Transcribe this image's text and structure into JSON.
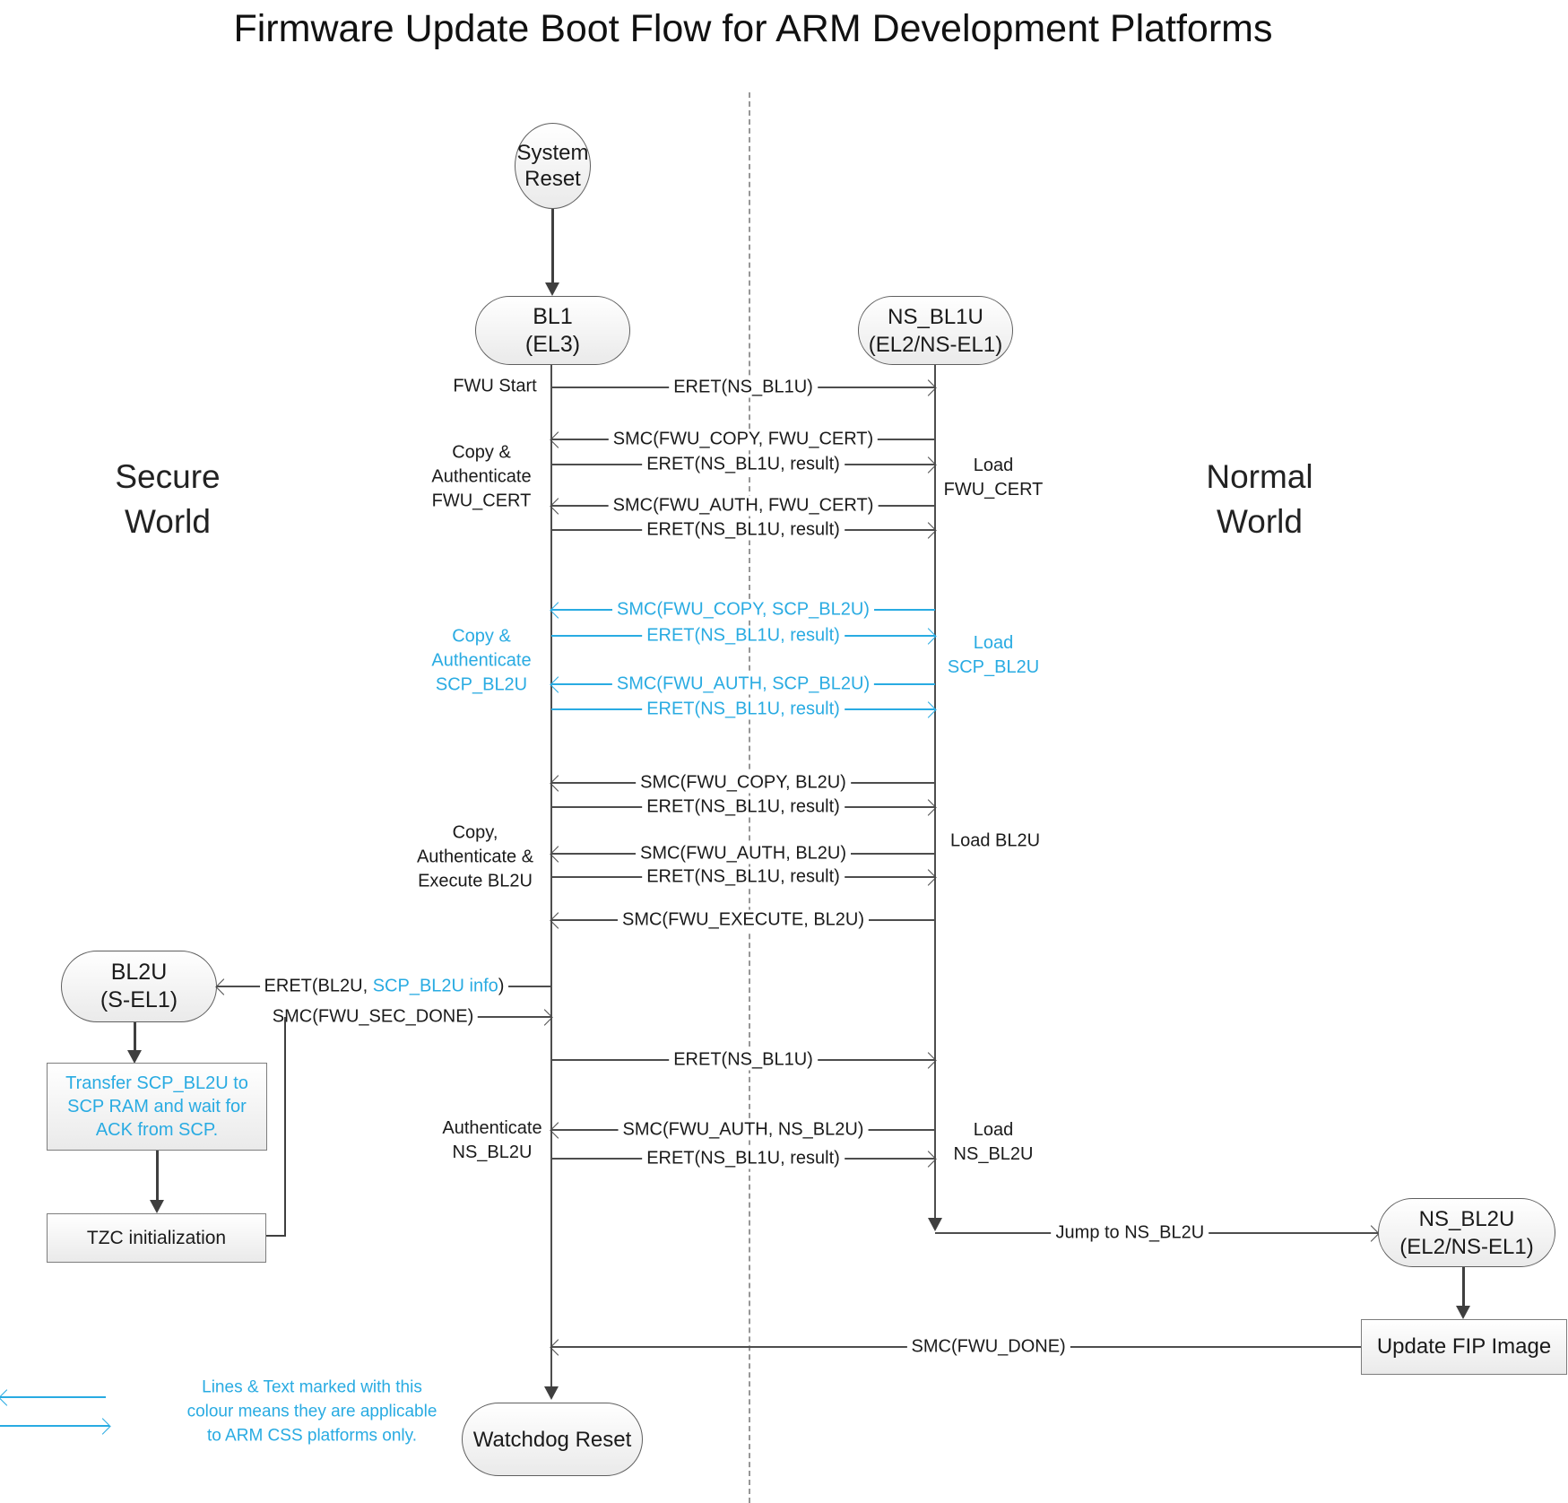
{
  "title": "Firmware Update Boot Flow for ARM Development Platforms",
  "worlds": {
    "secure": "Secure\nWorld",
    "normal": "Normal\nWorld"
  },
  "nodes": {
    "system_reset": "System\nReset",
    "bl1": "BL1\n(EL3)",
    "ns_bl1u": "NS_BL1U\n(EL2/NS-EL1)",
    "bl2u": "BL2U\n(S-EL1)",
    "ns_bl2u": "NS_BL2U\n(EL2/NS-EL1)",
    "transfer_scp": "Transfer SCP_BL2U to\nSCP RAM and wait for\nACK from SCP.",
    "tzc": "TZC initialization",
    "update_fip": "Update FIP Image",
    "watchdog": "Watchdog Reset"
  },
  "side_labels": {
    "fwu_start": "FWU Start",
    "copy_auth_fwu_cert": "Copy &\nAuthenticate\nFWU_CERT",
    "copy_auth_scp_bl2u": "Copy &\nAuthenticate\nSCP_BL2U",
    "copy_auth_exec_bl2u": "Copy,\nAuthenticate &\nExecute BL2U",
    "auth_ns_bl2u": "Authenticate\nNS_BL2U",
    "load_fwu_cert": "Load\nFWU_CERT",
    "load_scp_bl2u": "Load\nSCP_BL2U",
    "load_bl2u": "Load BL2U",
    "load_ns_bl2u": "Load\nNS_BL2U"
  },
  "messages": {
    "eret_ns_bl1u_1": "ERET(NS_BL1U)",
    "smc_copy_fwu_cert": "SMC(FWU_COPY, FWU_CERT)",
    "eret_result_1": "ERET(NS_BL1U, result)",
    "smc_auth_fwu_cert": "SMC(FWU_AUTH, FWU_CERT)",
    "eret_result_2": "ERET(NS_BL1U, result)",
    "smc_copy_scp_bl2u": "SMC(FWU_COPY, SCP_BL2U)",
    "eret_result_3": "ERET(NS_BL1U, result)",
    "smc_auth_scp_bl2u": "SMC(FWU_AUTH, SCP_BL2U)",
    "eret_result_4": "ERET(NS_BL1U, result)",
    "smc_copy_bl2u": "SMC(FWU_COPY, BL2U)",
    "eret_result_5": "ERET(NS_BL1U, result)",
    "smc_auth_bl2u": "SMC(FWU_AUTH, BL2U)",
    "eret_result_6": "ERET(NS_BL1U, result)",
    "smc_execute_bl2u": "SMC(FWU_EXECUTE, BL2U)",
    "eret_bl2u_parts": [
      "ERET(BL2U, ",
      "SCP_BL2U info",
      ")"
    ],
    "smc_fwu_sec_done": "SMC(FWU_SEC_DONE)",
    "eret_ns_bl1u_2": "ERET(NS_BL1U)",
    "smc_auth_ns_bl2u": "SMC(FWU_AUTH, NS_BL2U)",
    "eret_result_7": "ERET(NS_BL1U, result)",
    "jump_ns_bl2u": "Jump to NS_BL2U",
    "smc_fwu_done": "SMC(FWU_DONE)"
  },
  "legend": {
    "text": "Lines & Text marked with this\ncolour means they are applicable\nto ARM CSS platforms only."
  },
  "colors": {
    "highlight": "#29abe2",
    "line": "#4d4d4d",
    "text": "#1a1a1a"
  }
}
